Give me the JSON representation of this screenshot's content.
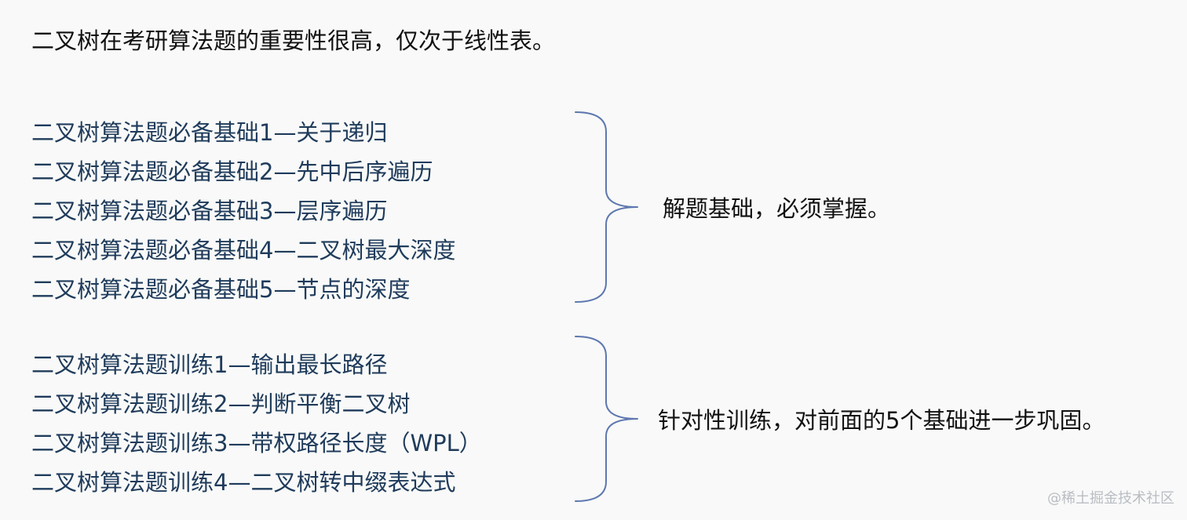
{
  "intro": "二叉树在考研算法题的重要性很高，仅次于线性表。",
  "basics": {
    "items": [
      "二叉树算法题必备基础1—关于递归",
      "二叉树算法题必备基础2—先中后序遍历",
      "二叉树算法题必备基础3—层序遍历",
      "二叉树算法题必备基础4—二叉树最大深度",
      "二叉树算法题必备基础5—节点的深度"
    ],
    "note": "解题基础，必须掌握。"
  },
  "training": {
    "items": [
      "二叉树算法题训练1—输出最长路径",
      "二叉树算法题训练2—判断平衡二叉树",
      "二叉树算法题训练3—带权路径长度（WPL）",
      "二叉树算法题训练4—二叉树转中缀表达式"
    ],
    "note": "针对性训练，对前面的5个基础进一步巩固。"
  },
  "watermark": "@稀土掘金技术社区",
  "colors": {
    "background": "#f8f9f8",
    "topic_text": "#1f3b5b",
    "brace": "#5e77b0"
  }
}
